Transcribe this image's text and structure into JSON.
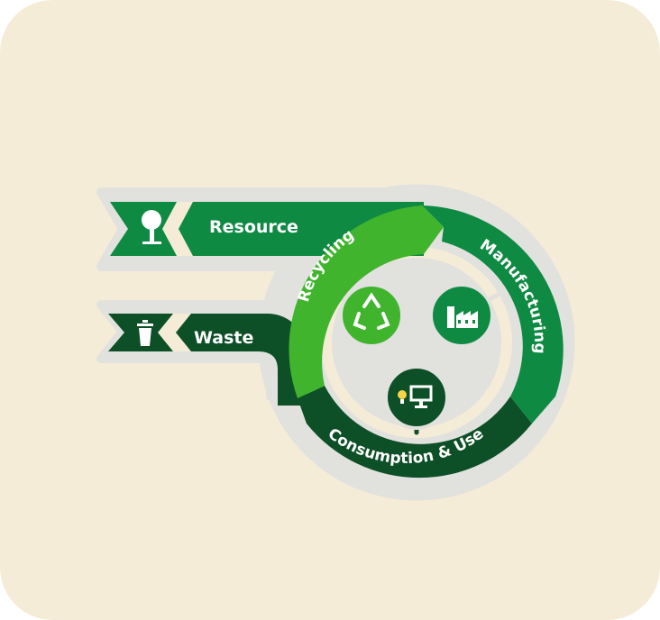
{
  "colors": {
    "background": "#f4ecd6",
    "outline": "#e1e1de",
    "dark_green": "#0d4f26",
    "mid_green": "#0e8a43",
    "light_green": "#3fb42c"
  },
  "diagram": {
    "resource_label": "Resource",
    "waste_label": "Waste",
    "recycling_label": "Recycling",
    "manufacturing_label": "Manufacturing",
    "consumption_label": "Consumption & Use",
    "icons": {
      "resource": "tree-icon",
      "waste": "trash-bin-icon",
      "recycling": "recycle-icon",
      "manufacturing": "factory-icon",
      "consumption": "lightbulb-monitor-icon"
    }
  }
}
